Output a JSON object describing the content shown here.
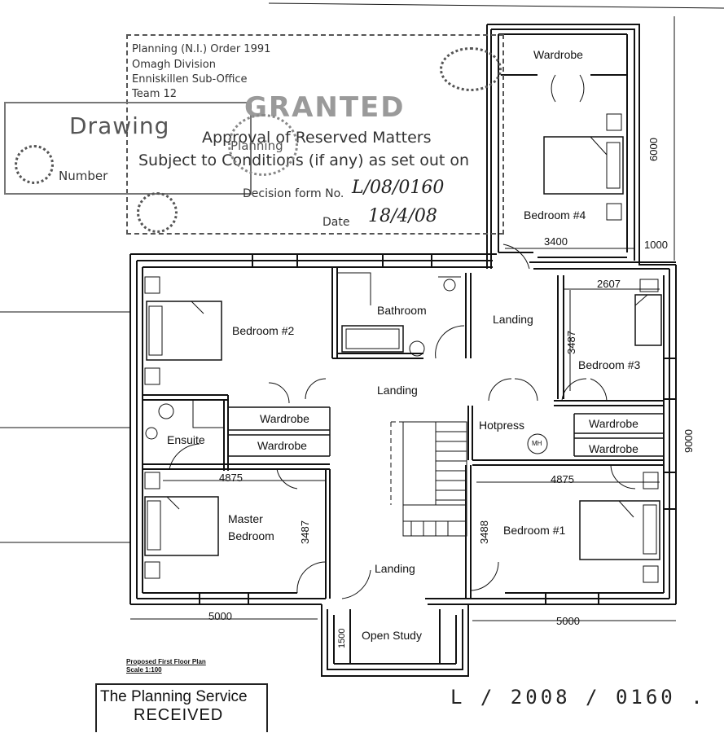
{
  "stamp": {
    "lines": [
      "Planning (N.I.) Order 1991",
      "Omagh Division",
      "Enniskillen Sub-Office",
      "Team 12"
    ],
    "granted": "GRANTED",
    "drawing": "Drawing",
    "number": "Number",
    "approval": "Approval of Reserved Matters",
    "subject": "Subject to Conditions (if any) as set out on",
    "decision_label": "Decision form No.",
    "decision_no": "L/08/0160",
    "date_label": "Date",
    "date": "18/4/08",
    "seal_text": "Planning"
  },
  "rooms": {
    "wardrobe_top": "Wardrobe",
    "bedroom4": "Bedroom #4",
    "bedroom2": "Bedroom #2",
    "bathroom": "Bathroom",
    "landing_1": "Landing",
    "landing_2": "Landing",
    "landing_3": "Landing",
    "bedroom3": "Bedroom #3",
    "wardrobe_a": "Wardrobe",
    "ensuite": "Ensuite",
    "wardrobe_b": "Wardrobe",
    "hotpress": "Hotpress",
    "mh": "MH",
    "wardrobe_c": "Wardrobe",
    "wardrobe_d": "Wardrobe",
    "master_bedroom_1": "Master",
    "master_bedroom_2": "Bedroom",
    "bedroom1": "Bedroom #1",
    "open_study": "Open Study"
  },
  "dimensions": {
    "d6000": "6000",
    "d3400": "3400",
    "d1000": "1000",
    "d2607": "2607",
    "d3487_right": "3487",
    "d9000": "9000",
    "d4875_left": "4875",
    "d4875_right": "4875",
    "d3487_left": "3487",
    "d3488": "3488",
    "d5000_left": "5000",
    "d5000_right": "5000",
    "d1500": "1500"
  },
  "caption": {
    "title": "Proposed First Floor Plan",
    "scale": "Scale 1:100"
  },
  "received": {
    "line1": "The Planning Service",
    "line2": "RECEIVED"
  },
  "reference": "L / 2008 / 0160 ."
}
